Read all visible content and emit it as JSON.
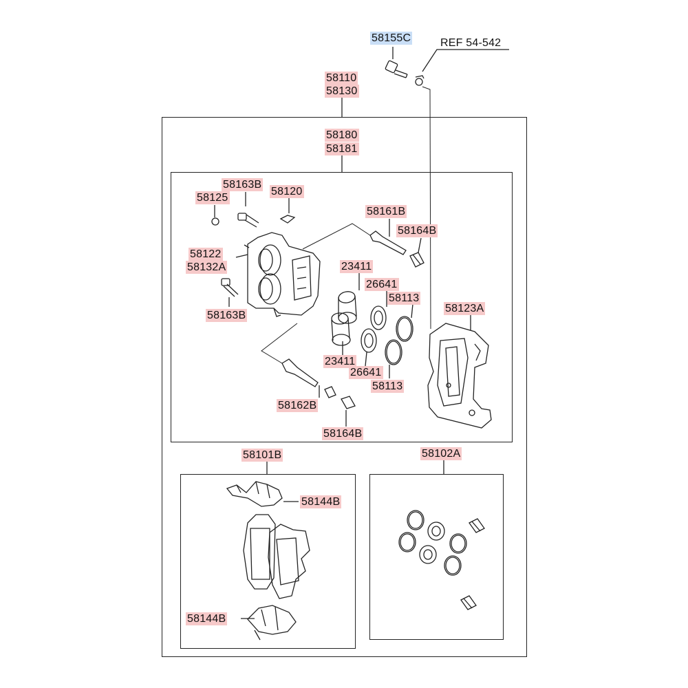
{
  "labels": {
    "l_58155C": "58155C",
    "l_ref": "REF 54-542",
    "l_58110": "58110",
    "l_58130": "58130",
    "l_58180": "58180",
    "l_58181": "58181",
    "l_58163B_top": "58163B",
    "l_58120": "58120",
    "l_58125": "58125",
    "l_58161B": "58161B",
    "l_58164B_top": "58164B",
    "l_58122": "58122",
    "l_58132A": "58132A",
    "l_23411_top": "23411",
    "l_26641_top": "26641",
    "l_58113_top": "58113",
    "l_58123A": "58123A",
    "l_58163B_bot": "58163B",
    "l_23411_bot": "23411",
    "l_26641_bot": "26641",
    "l_58113_bot": "58113",
    "l_58162B": "58162B",
    "l_58164B_bot": "58164B",
    "l_58101B": "58101B",
    "l_58102A": "58102A",
    "l_58144B_top": "58144B",
    "l_58144B_bot": "58144B"
  },
  "colors": {
    "label_highlight": "#f6c9c9",
    "selected_highlight": "#c9def6",
    "line": "#222222"
  }
}
